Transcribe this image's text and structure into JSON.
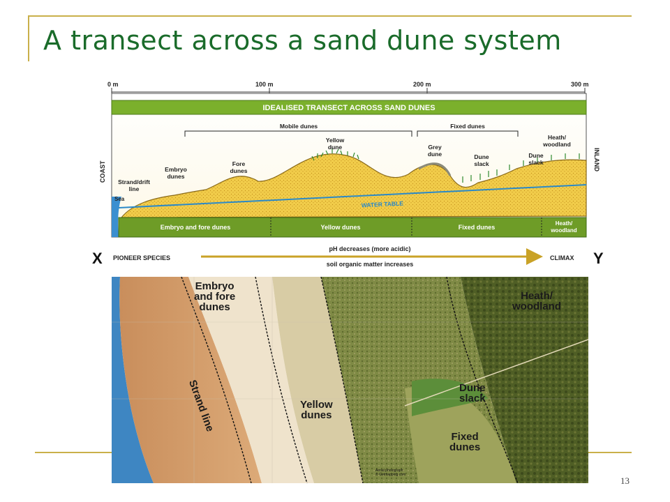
{
  "slide": {
    "title": "A transect across a sand dune system",
    "page_number": "13",
    "accent_color": "#1a6b2a",
    "rule_color": "#c9b04a"
  },
  "diagram": {
    "distance_ticks": [
      "0 m",
      "100 m",
      "200 m",
      "300 m"
    ],
    "header": "IDEALISED TRANSECT ACROSS SAND DUNES",
    "side_left": "COAST",
    "side_right": "INLAND",
    "groups": {
      "mobile": "Mobile dunes",
      "fixed": "Fixed dunes"
    },
    "labels": {
      "sea": "Sea",
      "strand_1": "Strand/drift",
      "strand_2": "line",
      "embryo_1": "Embryo",
      "embryo_2": "dunes",
      "fore_1": "Fore",
      "fore_2": "dunes",
      "yellow_1": "Yellow",
      "yellow_2": "dune",
      "grey_1": "Grey",
      "grey_2": "dune",
      "slack_1": "Dune",
      "slack_2": "slack",
      "slack2_1": "Dune",
      "slack2_2": "slack",
      "heath_1": "Heath/",
      "heath_2": "woodland",
      "water_table": "WATER TABLE"
    },
    "zones": [
      "Embryo and fore dunes",
      "Yellow dunes",
      "Fixed dunes"
    ],
    "zone_heath_1": "Heath/",
    "zone_heath_2": "woodland",
    "x_label": "X",
    "y_label": "Y",
    "pioneer": "PIONEER SPECIES",
    "climax": "CLIMAX",
    "arrow_top": "pH decreases (more acidic)",
    "arrow_bottom": "soil organic matter increases"
  },
  "photo": {
    "embryo_1": "Embryo",
    "embryo_2": "and fore",
    "embryo_3": "dunes",
    "strand": "Strand line",
    "yellow_1": "Yellow",
    "yellow_2": "dunes",
    "heath_1": "Heath/",
    "heath_2": "woodland",
    "slack_1": "Dune",
    "slack_2": "slack",
    "fixed_1": "Fixed",
    "fixed_2": "dunes",
    "credit_1": "Aerial photograph",
    "credit_2": "© Getmapping.com"
  }
}
